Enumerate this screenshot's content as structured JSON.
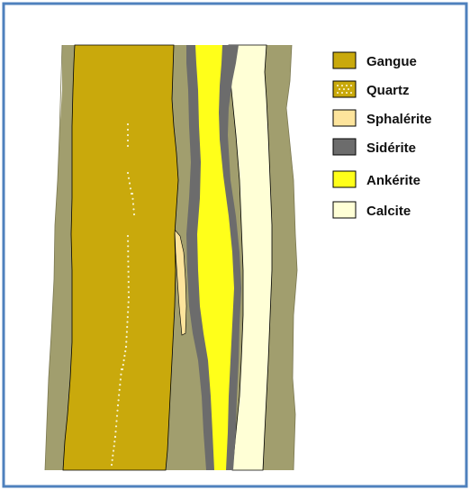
{
  "figure": {
    "border_color": "#4f81bd",
    "background": "#ffffff"
  },
  "layers": {
    "country_rock": {
      "color": "#a19e6e"
    },
    "gangue": {
      "color": "#c9a90c"
    },
    "sphalerite": {
      "color": "#fde49c"
    },
    "siderite": {
      "color": "#6c6c6c"
    },
    "ankerite": {
      "color": "#ffff1a"
    },
    "calcite": {
      "color": "#ffffd6"
    },
    "quartz_dots": {
      "color": "#f7f3d0"
    }
  },
  "legend": {
    "items": [
      {
        "key": "gangue",
        "label": "Gangue",
        "swatch": "#c9a90c",
        "pattern": "solid"
      },
      {
        "key": "quartz",
        "label": "Quartz",
        "swatch": "#c9a90c",
        "pattern": "dots"
      },
      {
        "key": "sphalerite",
        "label": "Sphalérite",
        "swatch": "#fde49c",
        "pattern": "solid"
      },
      {
        "key": "siderite",
        "label": "Sidérite",
        "swatch": "#6c6c6c",
        "pattern": "solid"
      },
      {
        "key": "ankerite",
        "label": "Ankérite",
        "swatch": "#ffff1a",
        "pattern": "solid"
      },
      {
        "key": "calcite",
        "label": "Calcite",
        "swatch": "#ffffd6",
        "pattern": "solid"
      }
    ]
  }
}
